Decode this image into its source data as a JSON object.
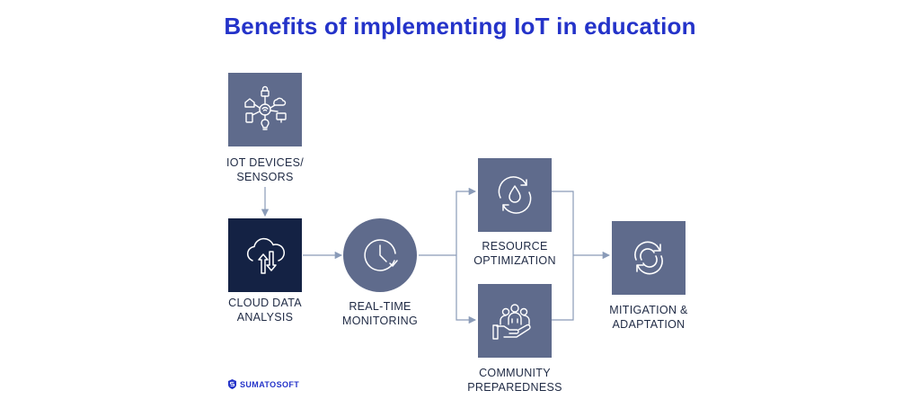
{
  "title": "Benefits of implementing IoT in education",
  "nodes": {
    "iot": {
      "label": "IOT DEVICES/\nSENSORS",
      "icon": "iot-network-icon"
    },
    "cloud": {
      "label": "CLOUD DATA\nANALYSIS",
      "icon": "cloud-sync-icon"
    },
    "monitoring": {
      "label": "REAL-TIME\nMONITORING",
      "icon": "clock-icon"
    },
    "resource": {
      "label": "RESOURCE\nOPTIMIZATION",
      "icon": "water-drop-cycle-icon"
    },
    "community": {
      "label": "COMMUNITY\nPREPAREDNESS",
      "icon": "community-hand-icon"
    },
    "mitigation": {
      "label": "MITIGATION &\nADAPTATION",
      "icon": "refresh-cycle-icon"
    }
  },
  "brand": {
    "name": "SUMATOSOFT",
    "icon": "sumatosoft-logo-icon"
  },
  "colors": {
    "title": "#2433c9",
    "node": "#5f6b8c",
    "node_dark": "#142244",
    "connector": "#8a9bb8",
    "label": "#1f2a44"
  }
}
